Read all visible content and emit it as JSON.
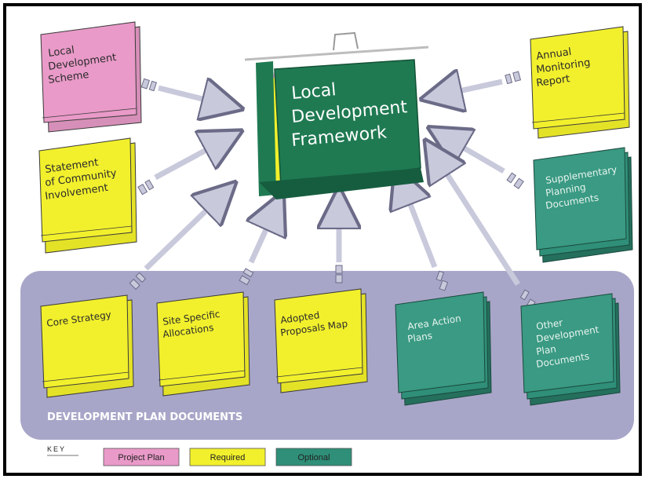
{
  "colors": {
    "project_plan": "#e99ac8",
    "required": "#f2f02c",
    "optional": "#2f8f78",
    "center": "#1f7a52",
    "band": "#a8a6c8",
    "arrow": "#c9c9dc"
  },
  "center": {
    "title_line1": "Local",
    "title_line2": "Development",
    "title_line3": "Framework"
  },
  "documents": {
    "lds": {
      "line1": "Local",
      "line2": "Development",
      "line3": "Scheme"
    },
    "sci": {
      "line1": "Statement",
      "line2": "of Community",
      "line3": "Involvement"
    },
    "amr": {
      "line1": "Annual",
      "line2": "Monitoring",
      "line3": "Report"
    },
    "spd": {
      "line1": "Supplementary",
      "line2": "Planning",
      "line3": "Documents"
    },
    "core": {
      "line1": "Core Strategy"
    },
    "site": {
      "line1": "Site Specific",
      "line2": "Allocations"
    },
    "apm": {
      "line1": "Adopted",
      "line2": "Proposals Map"
    },
    "aap": {
      "line1": "Area Action",
      "line2": "Plans"
    },
    "odpd": {
      "line1": "Other",
      "line2": "Development",
      "line3": "Plan",
      "line4": "Documents"
    }
  },
  "band": {
    "label": "DEVELOPMENT PLAN DOCUMENTS"
  },
  "key": {
    "title": "KEY",
    "items": [
      {
        "label": "Project Plan",
        "color_key": "project_plan"
      },
      {
        "label": "Required",
        "color_key": "required"
      },
      {
        "label": "Optional",
        "color_key": "optional"
      }
    ]
  }
}
